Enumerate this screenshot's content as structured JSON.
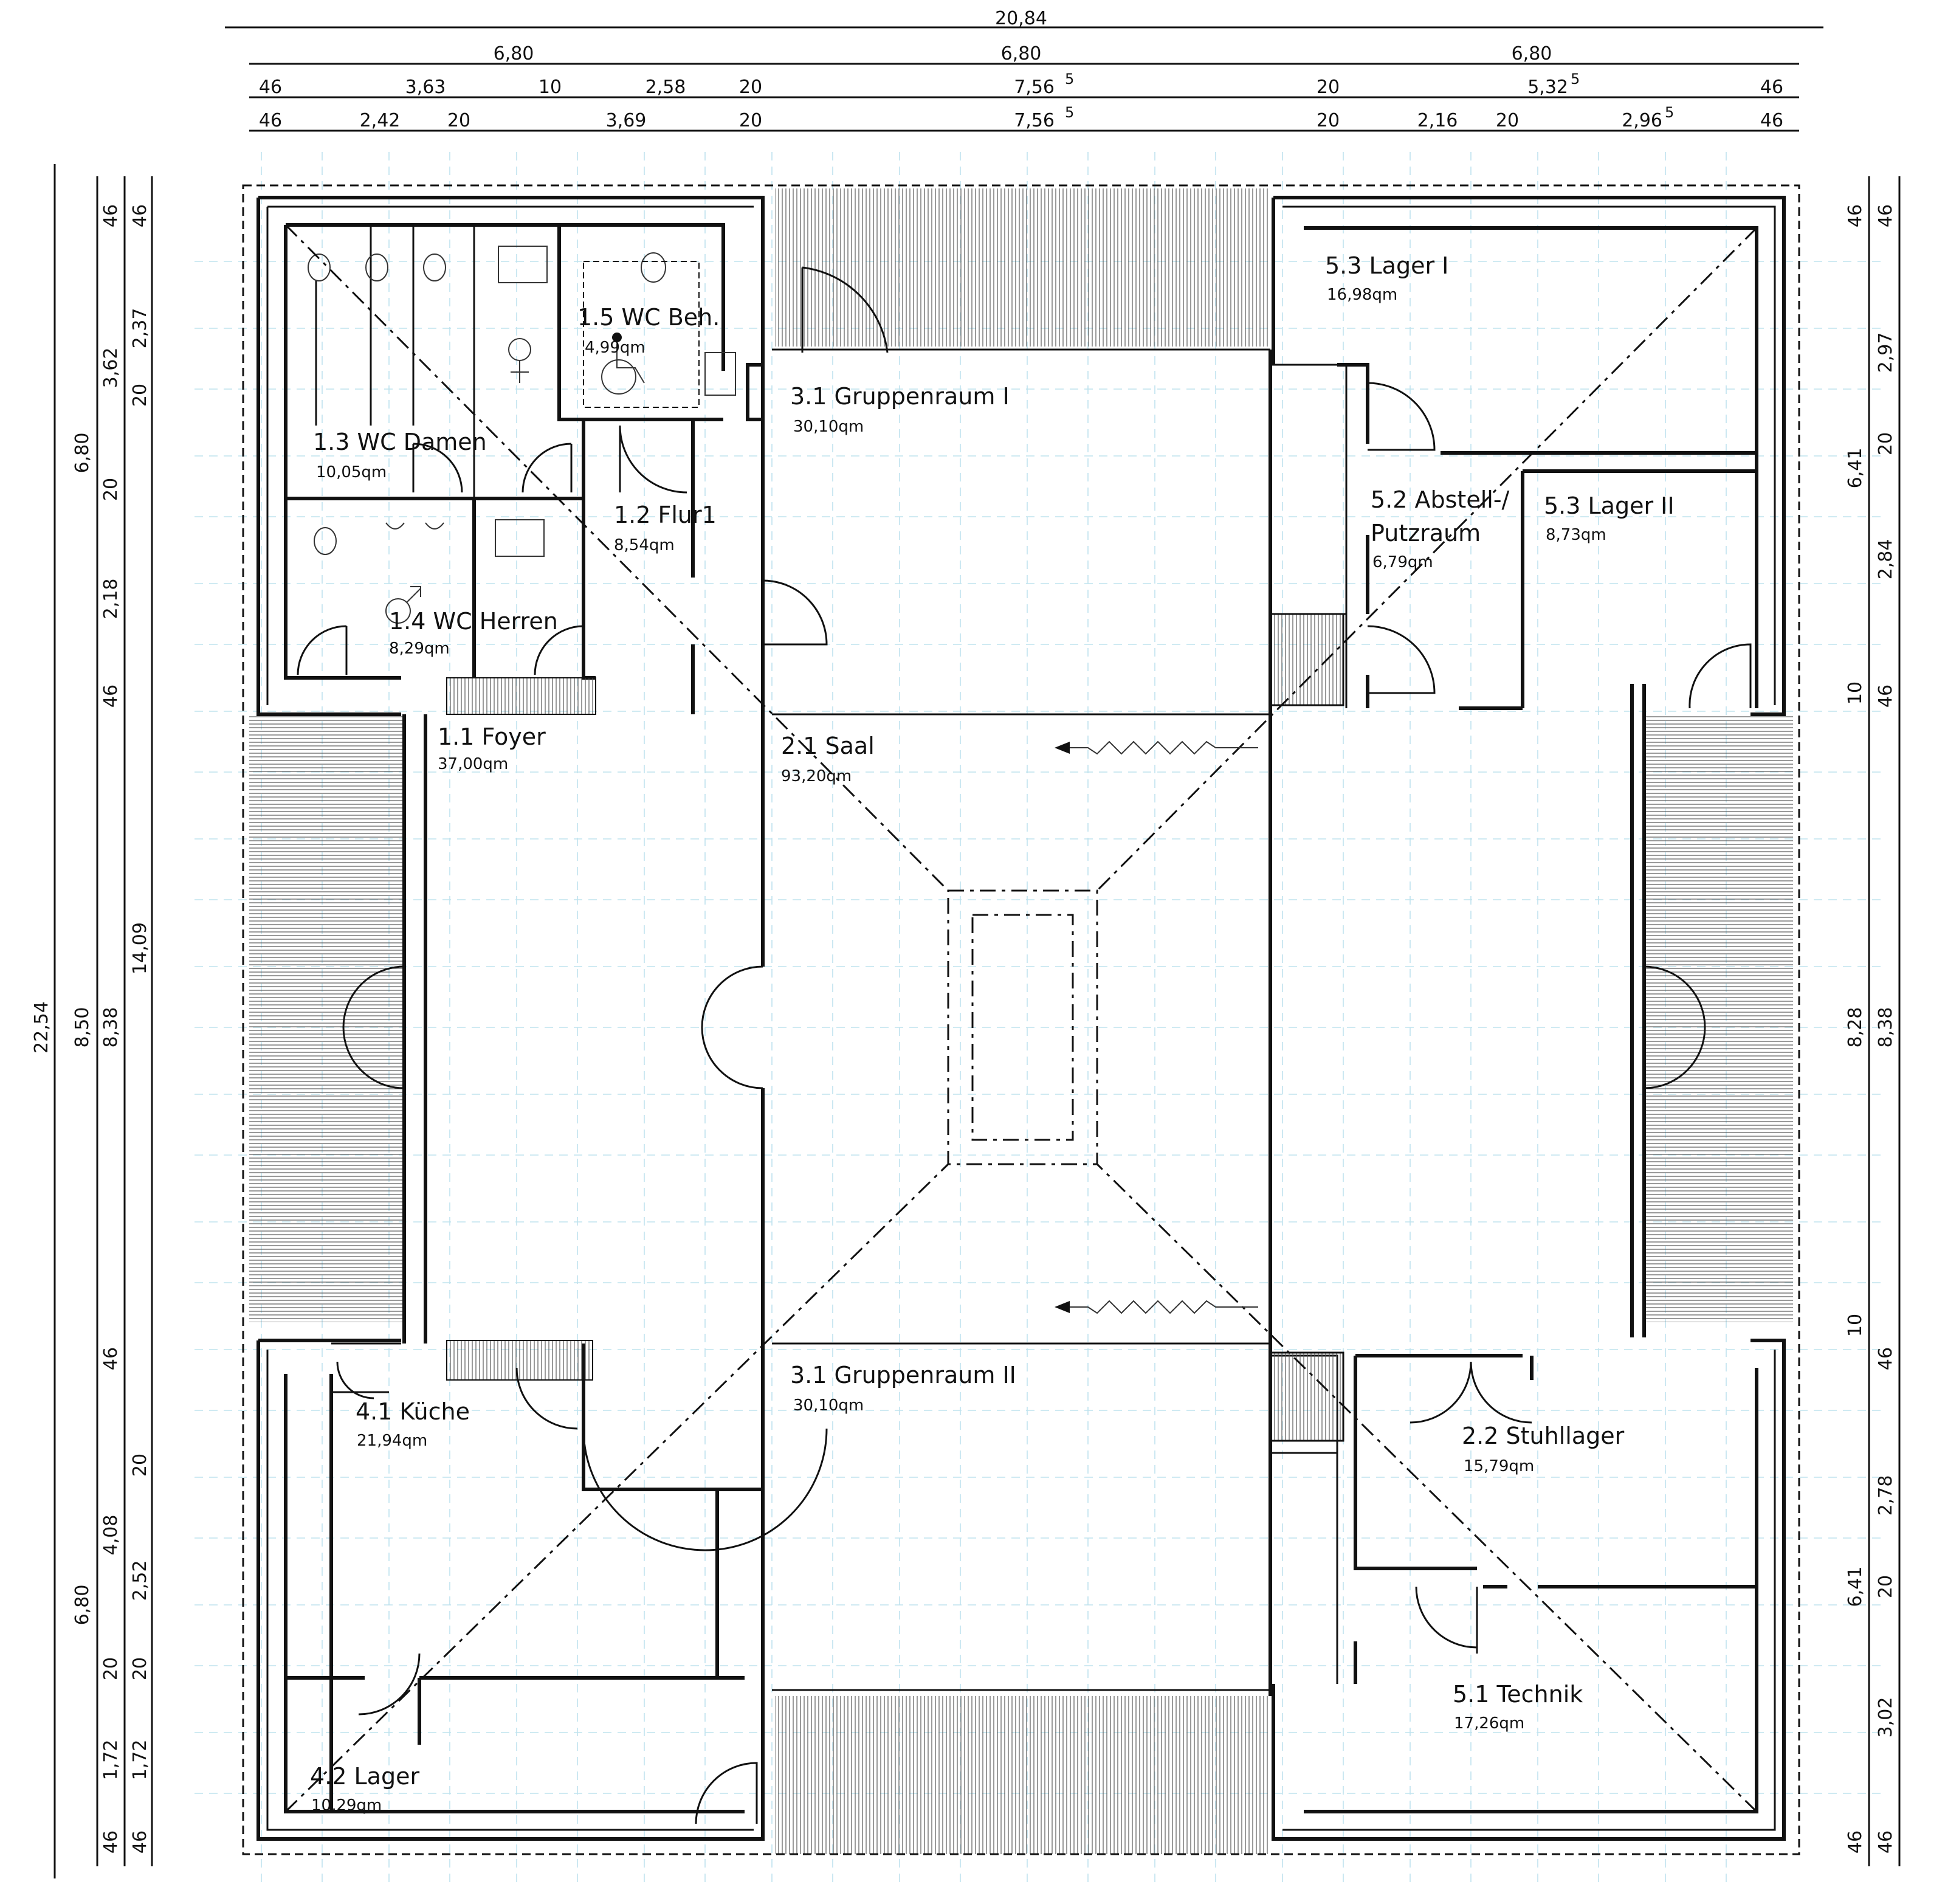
{
  "rooms": {
    "wc_damen": {
      "name": "1.3   WC Damen",
      "area": "10,05qm"
    },
    "wc_beh": {
      "name": "1.5   WC Beh.",
      "area": "4,99qm"
    },
    "flur": {
      "name": "1.2   Flur1",
      "area": "8,54qm"
    },
    "wc_herren": {
      "name": "1.4   WC Herren",
      "area": "8,29qm"
    },
    "foyer": {
      "name": "1.1    Foyer",
      "area": "37,00qm"
    },
    "gruppenraum1": {
      "name": "3.1   Gruppenraum I",
      "area": "30,10qm"
    },
    "saal": {
      "name": "2.1   Saal",
      "area": "93,20qm"
    },
    "gruppenraum2": {
      "name": "3.1   Gruppenraum II",
      "area": "30,10qm"
    },
    "lager1": {
      "name": "5.3 Lager I",
      "area": "16,98qm"
    },
    "abstell_1": {
      "name": "5.2 Abstell-/"
    },
    "abstell_2": {
      "name": "Putzraum",
      "area": "6,79qm"
    },
    "lager2": {
      "name": "5.3 Lager II",
      "area": "8,73qm"
    },
    "kueche": {
      "name": "4.1 Küche",
      "area": "21,94qm"
    },
    "stuhllager": {
      "name": "2.2 Stuhllager",
      "area": "15,79qm"
    },
    "technik": {
      "name": "5.1 Technik",
      "area": "17,26qm"
    },
    "lager42": {
      "name": "4.2 Lager",
      "area": "10,29qm"
    }
  },
  "dims_top": {
    "r1": [
      "20,84"
    ],
    "r2": [
      "6,80",
      "6,80",
      "6,80"
    ],
    "r3": [
      "46",
      "3,63",
      "10",
      "2,58",
      "20",
      "7,56",
      "5",
      "20",
      "5,32",
      "5",
      "46"
    ],
    "r4": [
      "46",
      "2,42",
      "20",
      "3,69",
      "20",
      "7,56",
      "5",
      "20",
      "2,16",
      "20",
      "2,96",
      "5",
      "46"
    ]
  },
  "dims_left": {
    "outer": [
      "22,54"
    ],
    "c2": [
      "6,80",
      "8,50",
      "6,80"
    ],
    "c3": [
      "46",
      "3,62",
      "20",
      "2,18",
      "46",
      "8,38",
      "46",
      "4,08",
      "20",
      "1,72",
      "46"
    ],
    "c4": [
      "46",
      "2,37",
      "20",
      "14,09",
      "20",
      "2,52",
      "20",
      "1,72",
      "46"
    ]
  },
  "dims_right": {
    "c1": [
      "46",
      "6,41",
      "10",
      "8,28",
      "10",
      "6,41",
      "46"
    ],
    "c2": [
      "46",
      "2,97",
      "20",
      "2,84",
      "46",
      "8,38",
      "46",
      "2,78",
      "20",
      "3,02",
      "46"
    ]
  }
}
